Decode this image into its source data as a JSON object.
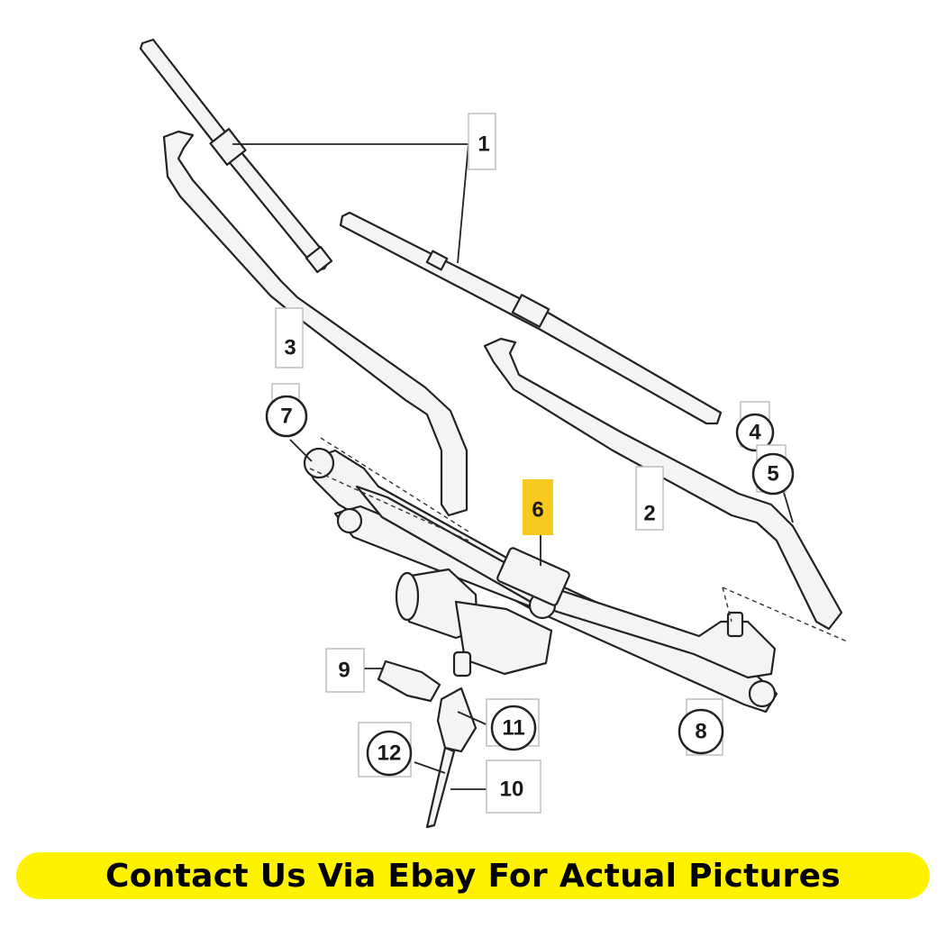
{
  "callouts": {
    "c1": "1",
    "c2": "2",
    "c3": "3",
    "c4": "4",
    "c5": "5",
    "c6": "6",
    "c7": "7",
    "c8": "8",
    "c9": "9",
    "c10": "10",
    "c11": "11",
    "c12": "12"
  },
  "highlight_color": "#f7c81e",
  "banner": {
    "text": "Contact Us Via Ebay For Actual Pictures",
    "color": "#fff200"
  }
}
